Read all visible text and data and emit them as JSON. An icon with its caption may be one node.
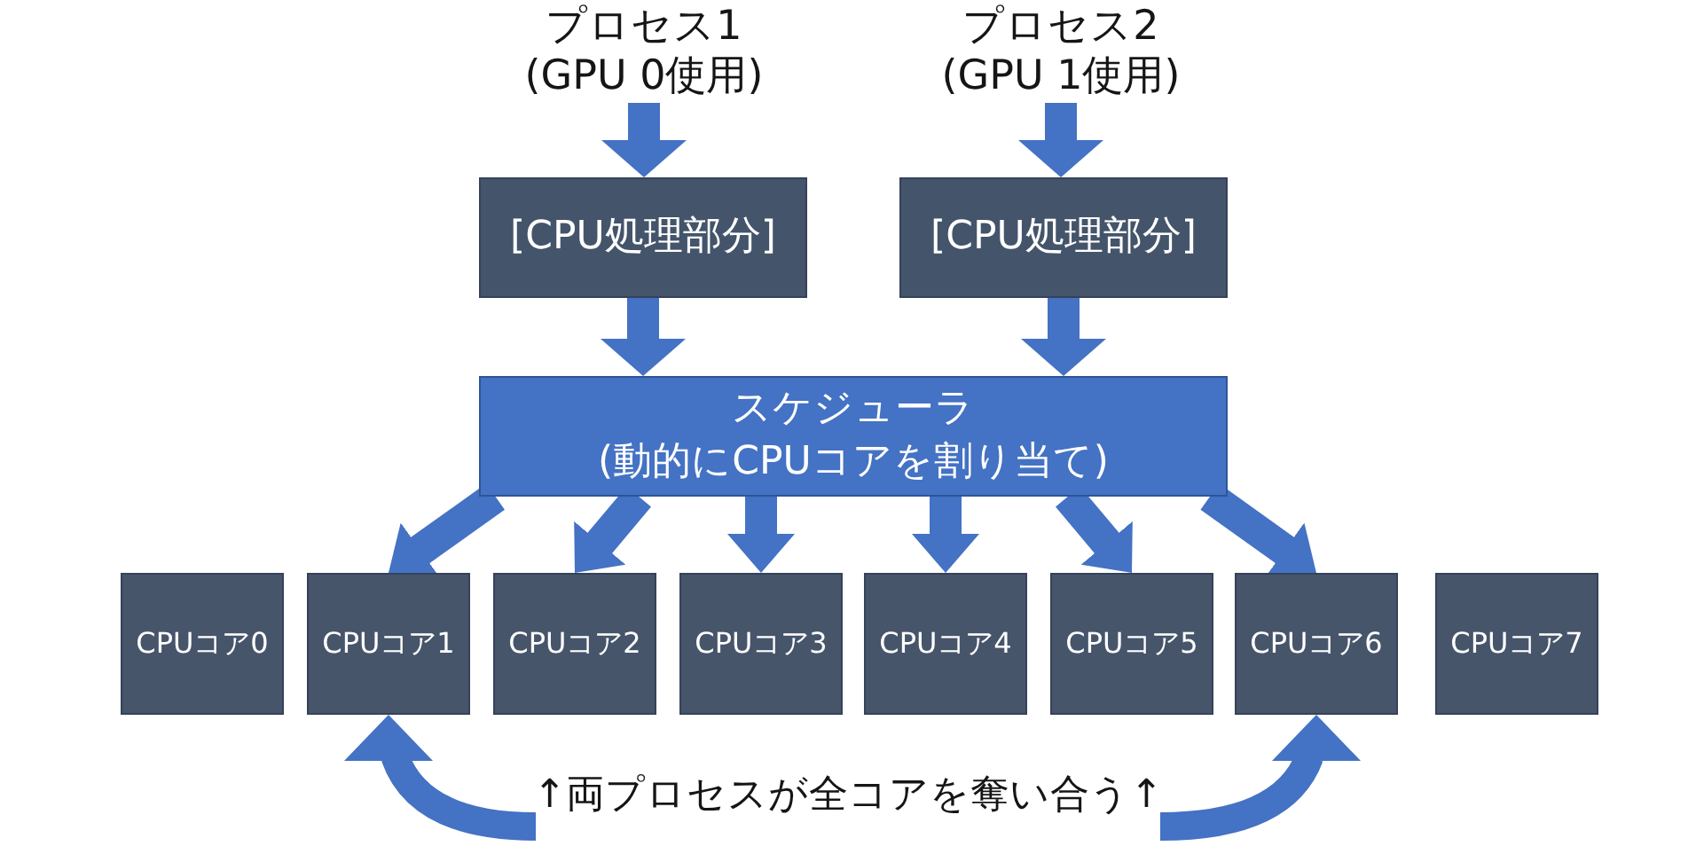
{
  "diagram": {
    "nodes": [
      {
        "text": [
          "プロセス1",
          "(GPU 0使用)"
        ]
      },
      {
        "text": [
          "プロセス2",
          "(GPU 1使用)"
        ]
      },
      {
        "text": [
          "[CPU処理部分]"
        ]
      },
      {
        "text": [
          "[CPU処理部分]"
        ]
      },
      {
        "text": [
          "スケジューラ",
          "(動的にCPUコアを割り当て)"
        ]
      },
      {
        "text": [
          "CPUコア0"
        ]
      },
      {
        "text": [
          "CPUコア1"
        ]
      },
      {
        "text": [
          "CPUコア2"
        ]
      },
      {
        "text": [
          "CPUコア3"
        ]
      },
      {
        "text": [
          "CPUコア4"
        ]
      },
      {
        "text": [
          "CPUコア5"
        ]
      },
      {
        "text": [
          "CPUコア6"
        ]
      },
      {
        "text": [
          "CPUコア7"
        ]
      },
      {
        "text": [
          "↑両プロセスが全コアを奪い合う↑"
        ]
      }
    ],
    "edges": [
      {
        "from": 0,
        "to": 2,
        "arrow": "to"
      },
      {
        "from": 1,
        "to": 3,
        "arrow": "to"
      },
      {
        "from": 2,
        "to": 4,
        "arrow": "to"
      },
      {
        "from": 3,
        "to": 4,
        "arrow": "to"
      },
      {
        "from": 4,
        "to": 6,
        "arrow": "to"
      },
      {
        "from": 4,
        "to": 7,
        "arrow": "to"
      },
      {
        "from": 4,
        "to": 8,
        "arrow": "to"
      },
      {
        "from": 4,
        "to": 9,
        "arrow": "to"
      },
      {
        "from": 4,
        "to": 10,
        "arrow": "to"
      },
      {
        "from": 4,
        "to": 11,
        "arrow": "to"
      },
      {
        "from": 13,
        "to": 6,
        "arrow": "to"
      },
      {
        "from": 13,
        "to": 11,
        "arrow": "to"
      }
    ]
  }
}
